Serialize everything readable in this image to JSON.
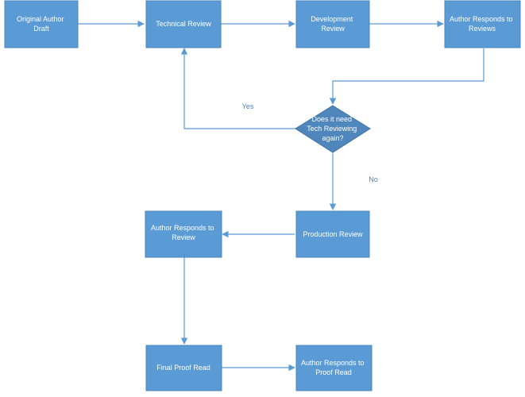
{
  "diagram": {
    "colors": {
      "box_fill": "#5b9bd5",
      "decision_fill": "#4f86bb",
      "connector": "#5b9bd5",
      "label_text": "#4a85bd"
    },
    "nodes": {
      "original_author_draft": {
        "lines": [
          "Original Author",
          "Draft"
        ]
      },
      "technical_review": {
        "lines": [
          "Technical Review"
        ]
      },
      "development_review": {
        "lines": [
          "Development",
          "Review"
        ]
      },
      "author_responds_to_reviews": {
        "lines": [
          "Author Responds to",
          "Reviews"
        ]
      },
      "needs_tech_review_again": {
        "lines": [
          "Does it need",
          "Tech Reviewing",
          "again?"
        ]
      },
      "production_review": {
        "lines": [
          "Production Review"
        ]
      },
      "author_responds_to_review": {
        "lines": [
          "Author Responds to",
          "Review"
        ]
      },
      "final_proof_read": {
        "lines": [
          "Final Proof Read"
        ]
      },
      "author_responds_to_proof_read": {
        "lines": [
          "Author Responds to",
          "Proof Read"
        ]
      }
    },
    "edge_labels": {
      "yes": "Yes",
      "no": "No"
    }
  }
}
